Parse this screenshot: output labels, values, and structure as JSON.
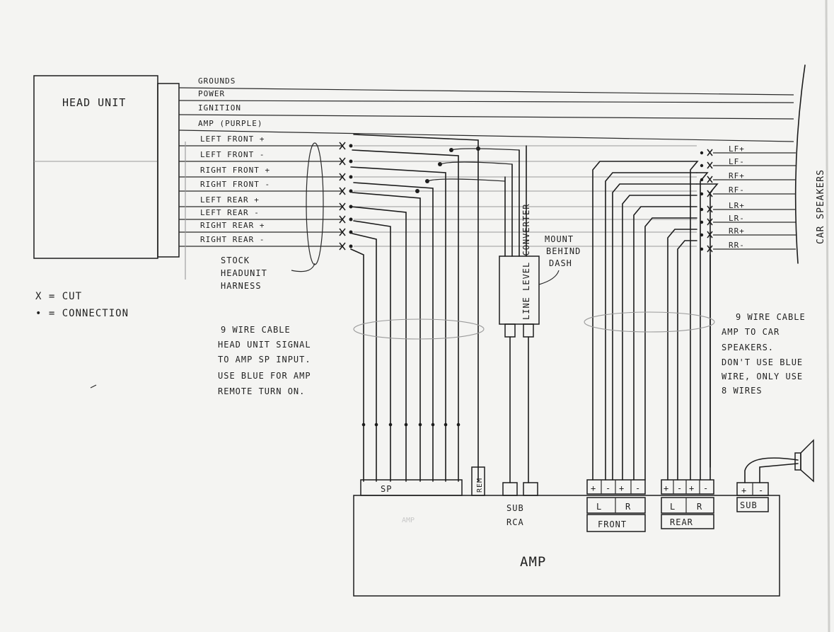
{
  "head_unit": {
    "label": "HEAD UNIT"
  },
  "wires": [
    {
      "label": "GROUNDS"
    },
    {
      "label": "POWER"
    },
    {
      "label": "IGNITION"
    },
    {
      "label": "AMP (PURPLE)"
    },
    {
      "label": "LEFT FRONT +"
    },
    {
      "label": "LEFT FRONT -"
    },
    {
      "label": "RIGHT FRONT +"
    },
    {
      "label": "RIGHT FRONT -"
    },
    {
      "label": "LEFT REAR +"
    },
    {
      "label": "LEFT REAR -"
    },
    {
      "label": "RIGHT REAR +"
    },
    {
      "label": "RIGHT REAR -"
    }
  ],
  "harness_note": [
    "STOCK",
    "HEADUNIT",
    "HARNESS"
  ],
  "legend": {
    "cut": "X = CUT",
    "connection": "• = CONNECTION"
  },
  "speaker_side_labels": [
    "LF+",
    "LF-",
    "RF+",
    "RF-",
    "LR+",
    "LR-",
    "RR+",
    "RR-"
  ],
  "car_speakers_label": "CAR SPEAKERS",
  "converter": {
    "label": "LINE LEVEL CONVERTER",
    "note": [
      "MOUNT",
      "BEHIND",
      "DASH"
    ]
  },
  "cable_left_note": [
    "9 WIRE CABLE",
    "HEAD UNIT SIGNAL",
    "TO AMP SP INPUT.",
    "USE BLUE FOR AMP",
    "REMOTE TURN ON."
  ],
  "cable_right_note": [
    "9 WIRE CABLE",
    "AMP TO CAR",
    "SPEAKERS.",
    "DON'T USE BLUE",
    "WIRE, ONLY USE",
    "8 WIRES"
  ],
  "amp": {
    "label": "AMP",
    "faint_label": "AMP",
    "sp_label": "SP",
    "rem_label": "REM",
    "sub_rca_label": [
      "SUB",
      "RCA"
    ],
    "front_label": "FRONT",
    "rear_label": "REAR",
    "sub_label": "SUB",
    "plus": "+",
    "minus": "-",
    "left": "L",
    "right": "R"
  }
}
